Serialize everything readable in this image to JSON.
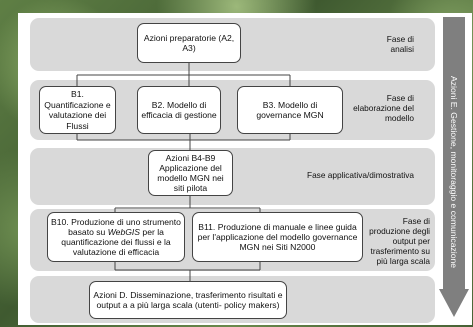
{
  "boxes": {
    "prep": "Azioni preparatorie (A2, A3)",
    "b1": "B1. Quantificazione e valutazione dei Flussi",
    "b2": "B2. Modello di efficacia di gestione",
    "b3": "B3. Modello di governance MGN",
    "b49": "Azioni B4-B9 Applicazione del modello MGN nei siti pilota",
    "b10_pre": "B10. Produzione di uno strumento basato su ",
    "b10_em": "WebGIS",
    "b10_post": " per la quantificazione dei flussi e la valutazione di efficacia",
    "b11": "B11. Produzione di manuale e linee guida per l'applicazione del modello governance MGN nei Siti N2000",
    "d": "Azioni D. Disseminazione, trasferimento risultati e output a a più larga scala (utenti- policy makers)"
  },
  "phases": {
    "p1": "Fase di analisi",
    "p2": "Fase di elaborazione del modello",
    "p3": "Fase applicativa/dimostrativa",
    "p4": "Fase di produzione degli output per trasferimento su più larga scala"
  },
  "side_arrow": "Azioni E. Gestione, monitoraggio e comunicazione",
  "colors": {
    "band": "#d9d9d9",
    "arrow": "#7f7f7f",
    "box_border": "#444444"
  }
}
